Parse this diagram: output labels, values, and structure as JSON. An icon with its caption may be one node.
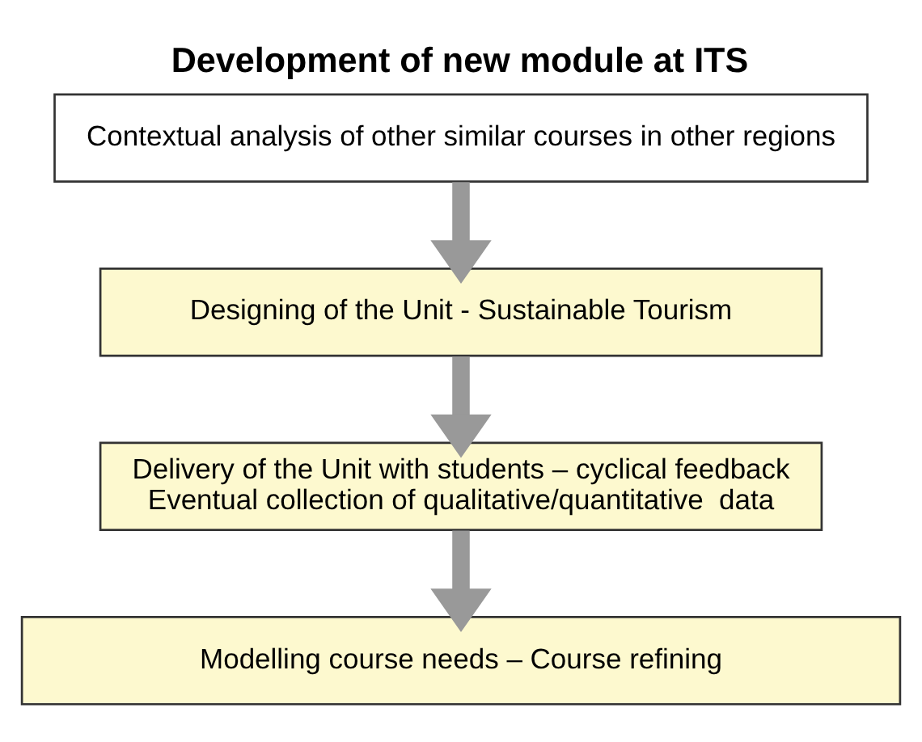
{
  "diagram": {
    "title": "Development of new module at ITS",
    "nodes": [
      {
        "text": [
          "Contextual analysis of other similar courses in other regions"
        ]
      },
      {
        "text": [
          "Designing of the Unit - Sustainable Tourism"
        ]
      },
      {
        "text": [
          "Delivery of the Unit with students – cyclical feedback",
          "Eventual collection of qualitative/quantitative  data"
        ]
      },
      {
        "text": [
          "Modelling course needs – Course refining"
        ]
      }
    ],
    "edges": [
      {
        "from": 0,
        "to": 1,
        "arrow": "to"
      },
      {
        "from": 1,
        "to": 2,
        "arrow": "to"
      },
      {
        "from": 2,
        "to": 3,
        "arrow": "to"
      }
    ]
  }
}
